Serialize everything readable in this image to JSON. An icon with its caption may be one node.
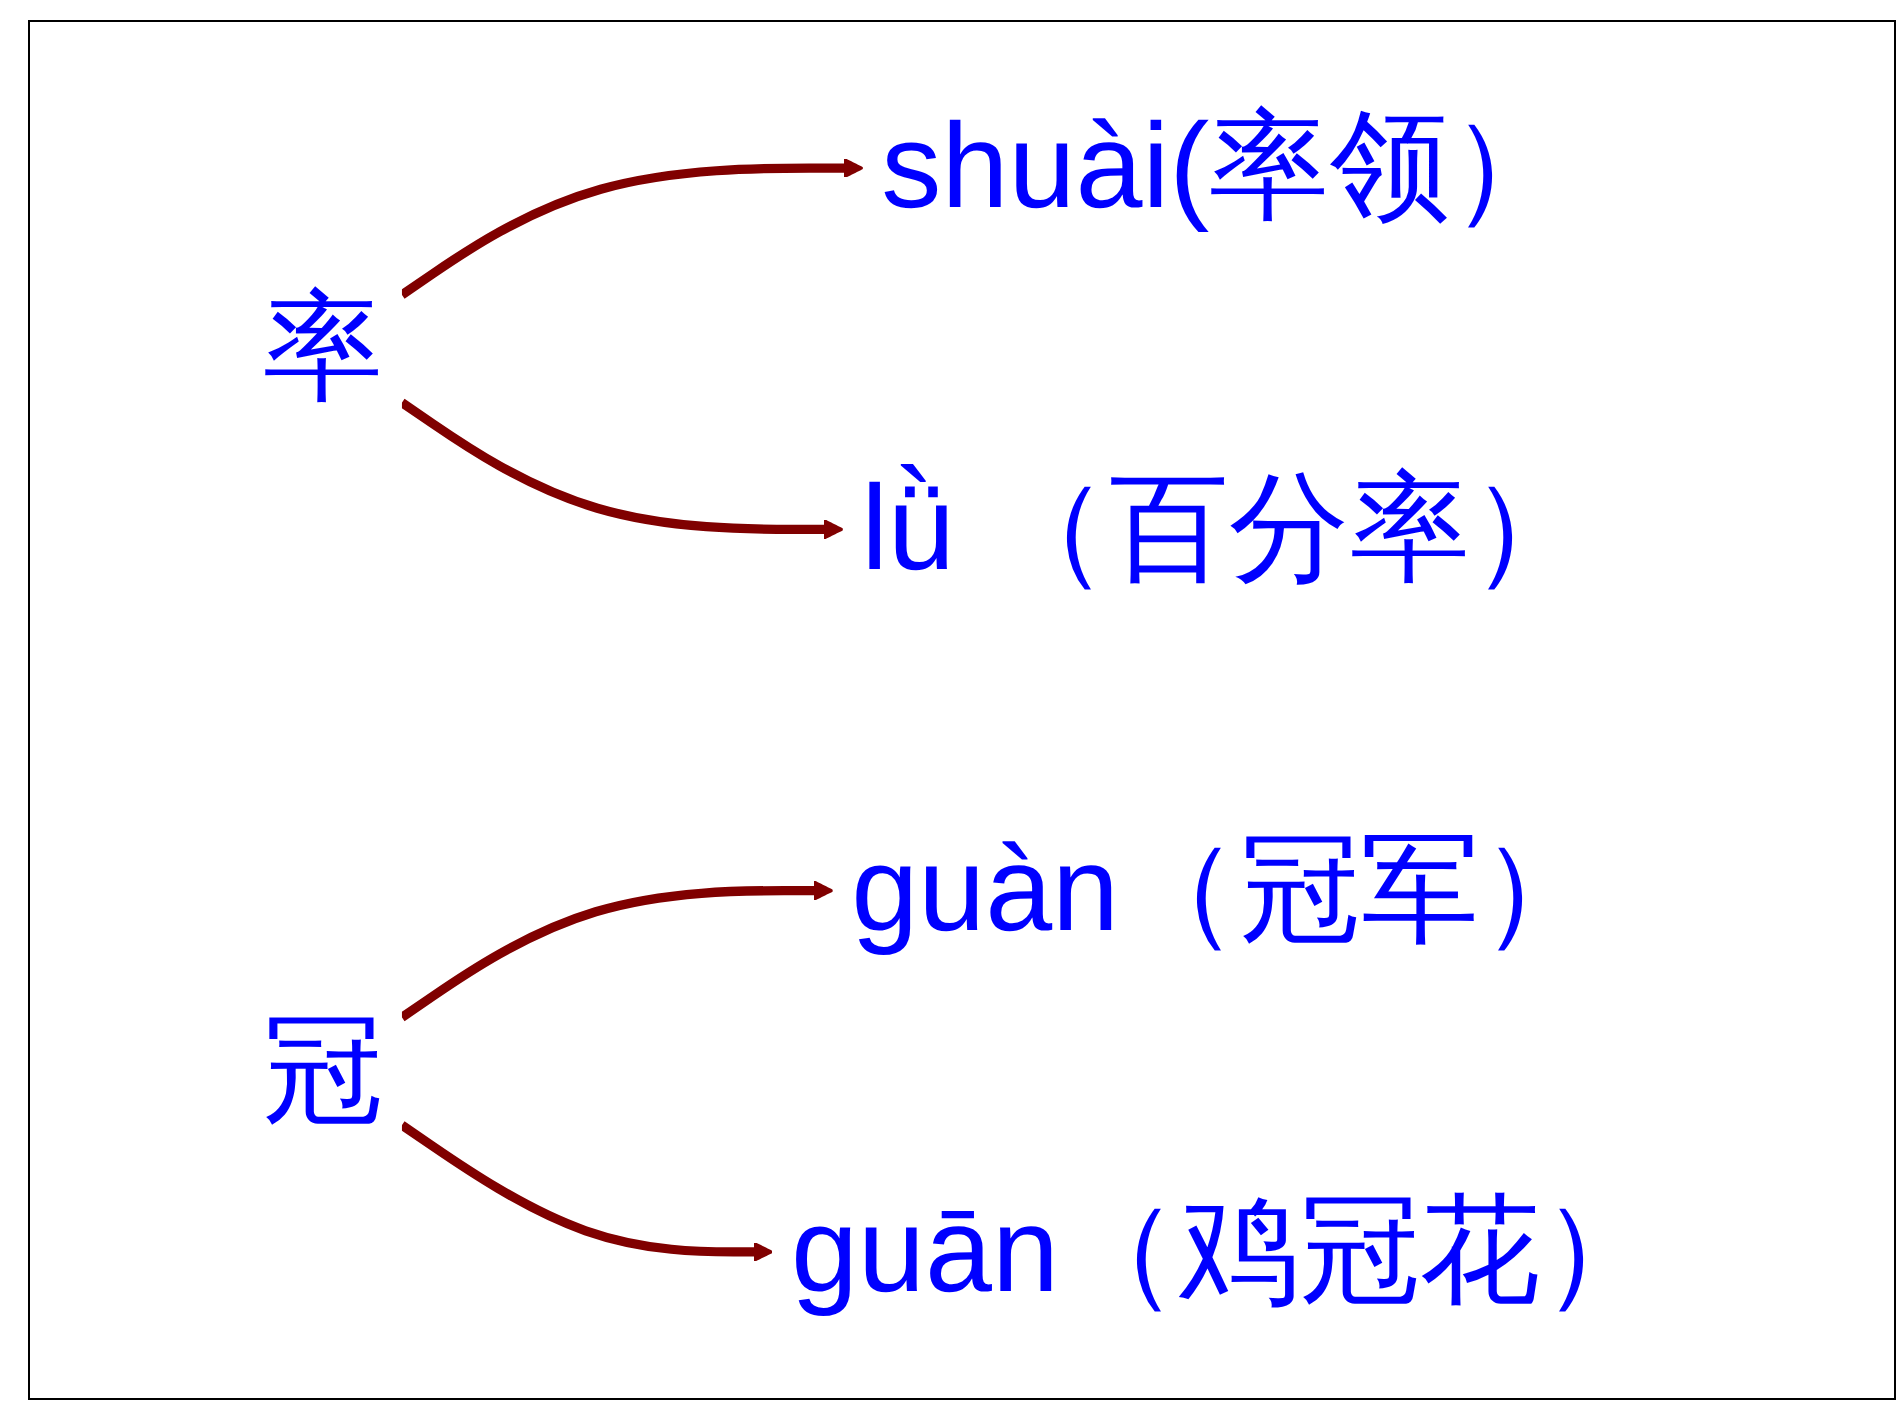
{
  "diagram": {
    "nodes": [
      {
        "text": [
          "率"
        ]
      },
      {
        "text": [
          "shuài(率领）"
        ]
      },
      {
        "text": [
          "lǜ （百分率）"
        ]
      },
      {
        "text": [
          "冠"
        ]
      },
      {
        "text": [
          "guàn（冠军）"
        ]
      },
      {
        "text": [
          "guān（鸡冠花）"
        ]
      }
    ],
    "edges": [
      {
        "from": 0,
        "to": 1,
        "arrow": "to"
      },
      {
        "from": 0,
        "to": 2,
        "arrow": "to"
      },
      {
        "from": 3,
        "to": 4,
        "arrow": "to"
      },
      {
        "from": 3,
        "to": 5,
        "arrow": "to"
      }
    ]
  }
}
